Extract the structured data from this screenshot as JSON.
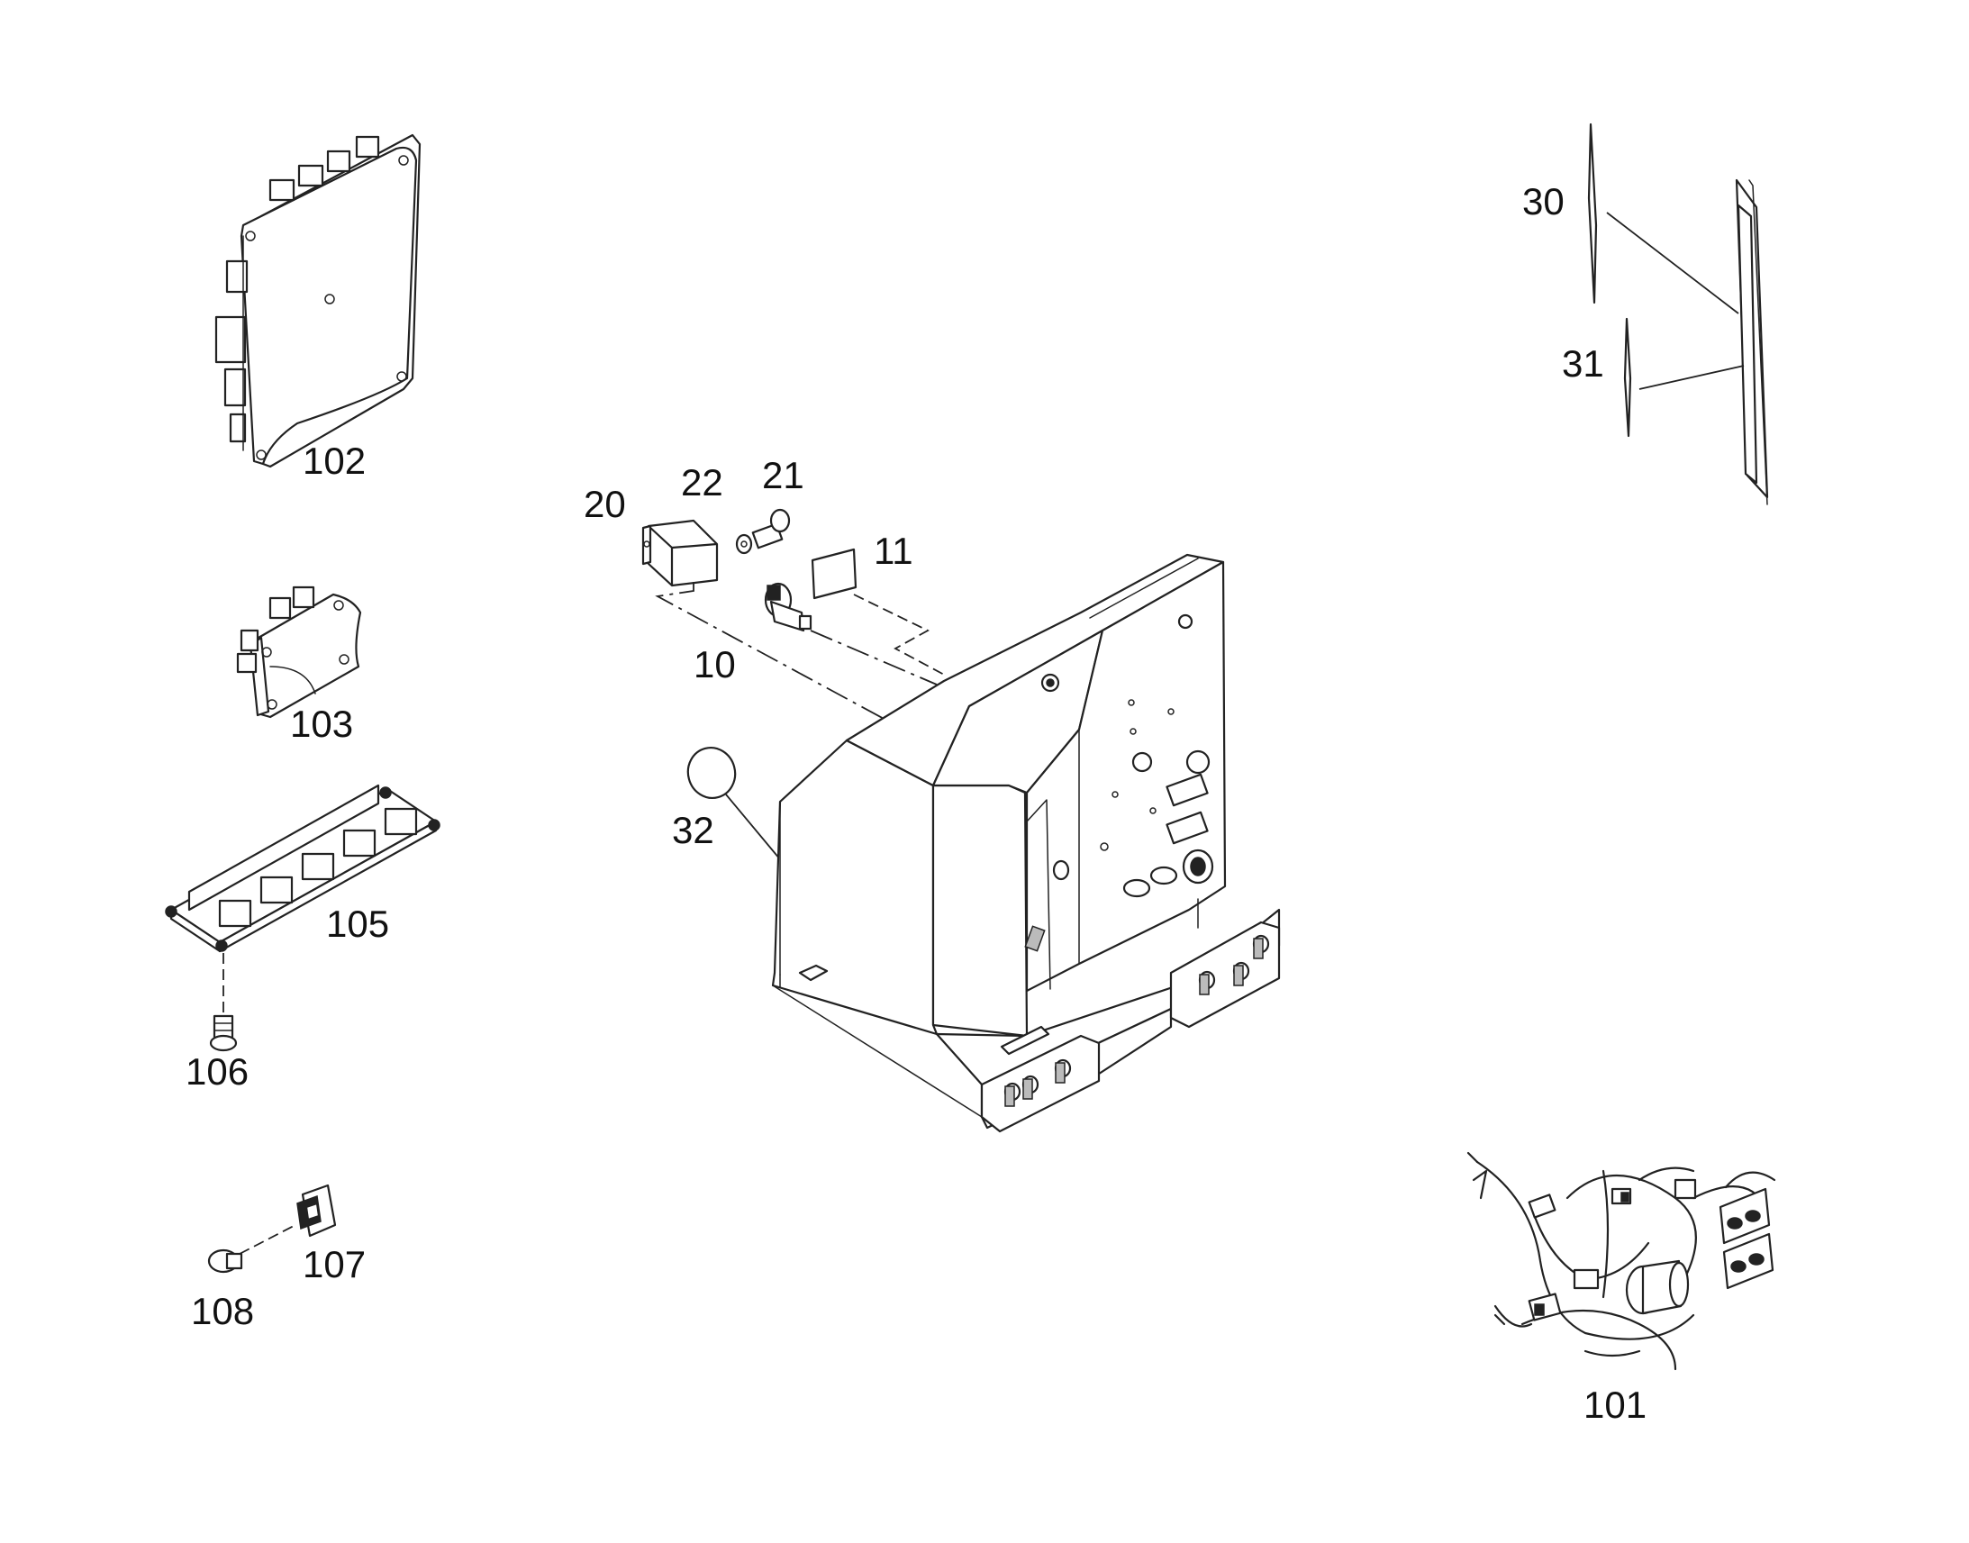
{
  "callouts": {
    "p10": "10",
    "p11": "11",
    "p20": "20",
    "p21": "21",
    "p22": "22",
    "p30": "30",
    "p31": "31",
    "p32": "32",
    "p101": "101",
    "p102": "102",
    "p103": "103",
    "p105": "105",
    "p106": "106",
    "p107": "107",
    "p108": "108"
  }
}
